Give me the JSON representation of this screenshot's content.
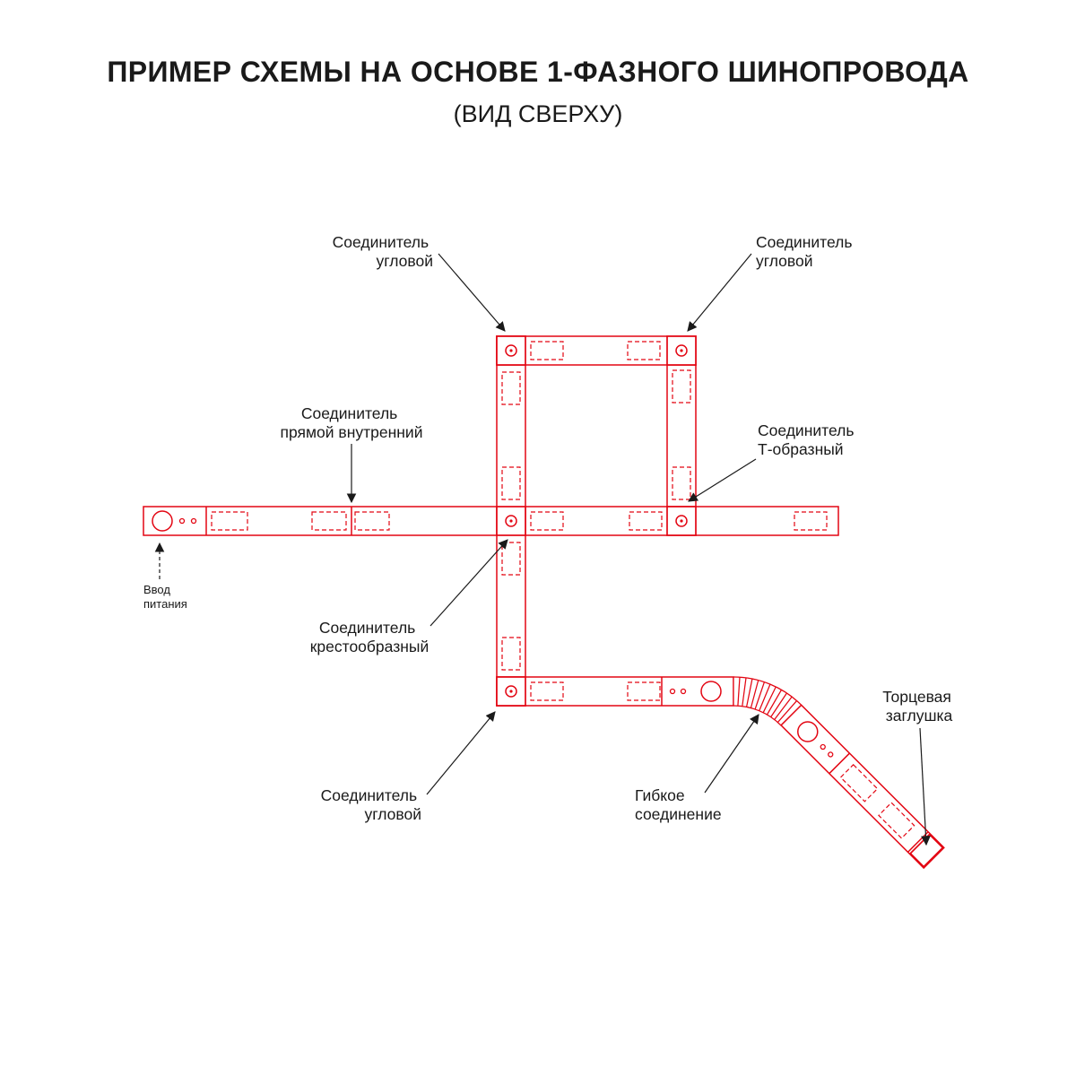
{
  "title": "ПРИМЕР СХЕМЫ НА ОСНОВЕ 1-ФАЗНОГО ШИНОПРОВОДА",
  "subtitle": "(ВИД СВЕРХУ)",
  "colors": {
    "track": "#e30613",
    "line": "#1a1a1a",
    "text": "#1a1a1a"
  },
  "labels": {
    "corner_top_left": {
      "line1": "Соединитель",
      "line2": "угловой"
    },
    "corner_top_right": {
      "line1": "Соединитель",
      "line2": "угловой"
    },
    "straight_internal": {
      "line1": "Соединитель",
      "line2": "прямой внутренний"
    },
    "t_connector": {
      "line1": "Соединитель",
      "line2": "Т-образный"
    },
    "cross_connector": {
      "line1": "Соединитель",
      "line2": "крестообразный"
    },
    "corner_bottom": {
      "line1": "Соединитель",
      "line2": "угловой"
    },
    "power_input": {
      "line1": "Ввод",
      "line2": "питания"
    },
    "flexible": {
      "line1": "Гибкое",
      "line2": "соединение"
    },
    "end_cap": {
      "line1": "Торцевая",
      "line2": "заглушка"
    }
  }
}
